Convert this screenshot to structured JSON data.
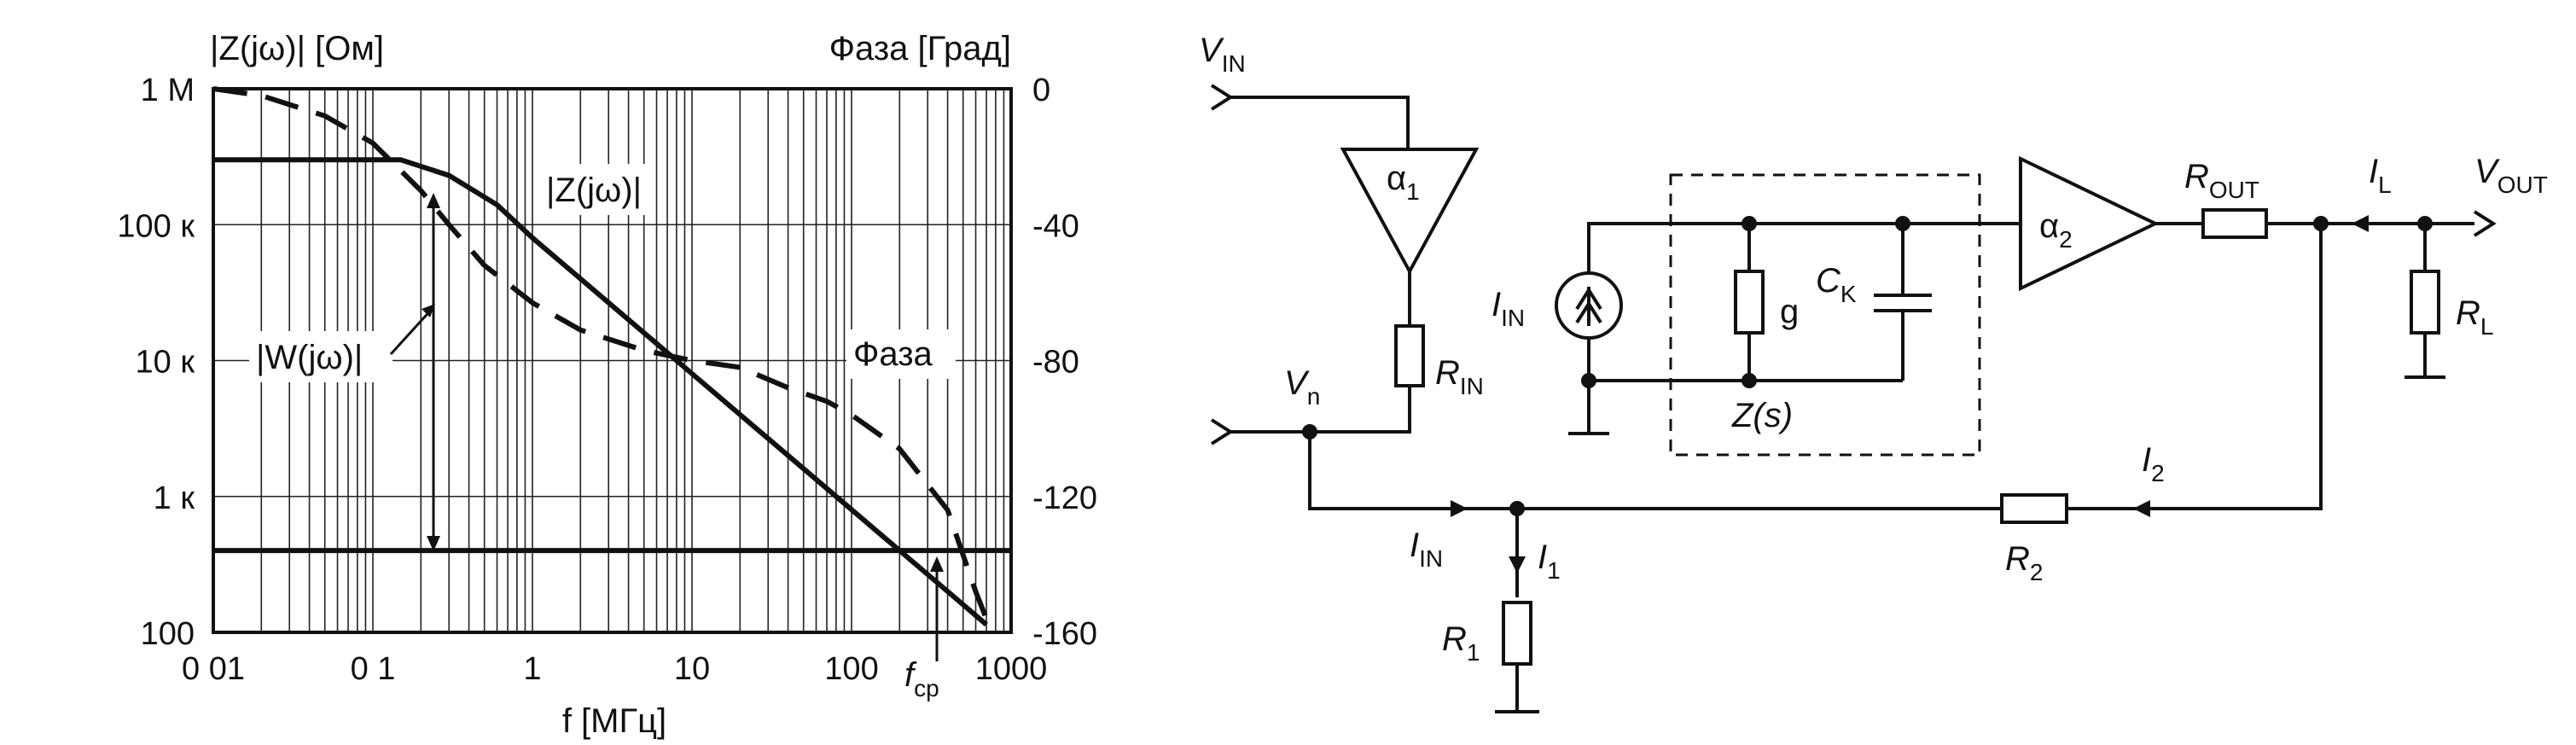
{
  "chart_data": {
    "type": "line",
    "x_scale": "log",
    "y_scale": "log",
    "xlim": [
      0.01,
      1000
    ],
    "ylim": [
      100,
      1000000
    ],
    "y2lim": [
      -160,
      0
    ],
    "grid": true,
    "xlabel": "f [МГц]",
    "ylabel": "|Z(jω)| [Ом]",
    "y2label": "Фаза [Град]",
    "x_ticks": [
      "0 01",
      "0 1",
      "1",
      "10",
      "100",
      "1000"
    ],
    "y_ticks": [
      "1 M",
      "100 к",
      "10 к",
      "1 к",
      "100"
    ],
    "y2_ticks": [
      "0",
      "-40",
      "-80",
      "-120",
      "-160"
    ],
    "series": [
      {
        "name": "|Z(jω)|",
        "style": "solid",
        "points": [
          [
            0.01,
            300000
          ],
          [
            0.1,
            300000
          ],
          [
            0.15,
            300000
          ],
          [
            0.3,
            230000
          ],
          [
            0.6,
            140000
          ],
          [
            1,
            80000
          ],
          [
            2,
            40000
          ],
          [
            5,
            16000
          ],
          [
            10,
            8000
          ],
          [
            20,
            4000
          ],
          [
            50,
            1600
          ],
          [
            100,
            800
          ],
          [
            200,
            400
          ],
          [
            500,
            160
          ],
          [
            700,
            114
          ]
        ]
      },
      {
        "name": "Фаза",
        "style": "dashed",
        "points": [
          [
            0.01,
            0
          ],
          [
            0.02,
            -2
          ],
          [
            0.05,
            -8
          ],
          [
            0.1,
            -16
          ],
          [
            0.2,
            -30
          ],
          [
            0.3,
            -40
          ],
          [
            0.5,
            -52
          ],
          [
            1,
            -63
          ],
          [
            2,
            -71
          ],
          [
            5,
            -77
          ],
          [
            10,
            -80
          ],
          [
            20,
            -82
          ],
          [
            40,
            -88
          ],
          [
            70,
            -92
          ],
          [
            100,
            -96
          ],
          [
            200,
            -106
          ],
          [
            400,
            -124
          ],
          [
            600,
            -148
          ],
          [
            700,
            -156
          ]
        ]
      },
      {
        "name": "|W(jω)|",
        "style": "solid",
        "points": [
          [
            0.01,
            400
          ],
          [
            1000,
            400
          ]
        ]
      }
    ],
    "annotations": [
      "|Z(jω)|",
      "Фаза",
      "|W(jω)|",
      "fcp"
    ],
    "colors": {
      "line": "#111111",
      "background": "#ffffff"
    }
  },
  "schematic": {
    "vin": "VIN",
    "vout": "VOUT",
    "vn": "Vn",
    "a1": "α1",
    "a2": "α2",
    "rin": "RIN",
    "rout": "ROUT",
    "rl": "RL",
    "il": "IL",
    "iin_src": "IIN",
    "g": "g",
    "ck": "CK",
    "zs": "Z(s)",
    "i2": "I2",
    "r2": "R2",
    "iin_node": "IIN",
    "i1": "I1",
    "r1": "R1"
  }
}
